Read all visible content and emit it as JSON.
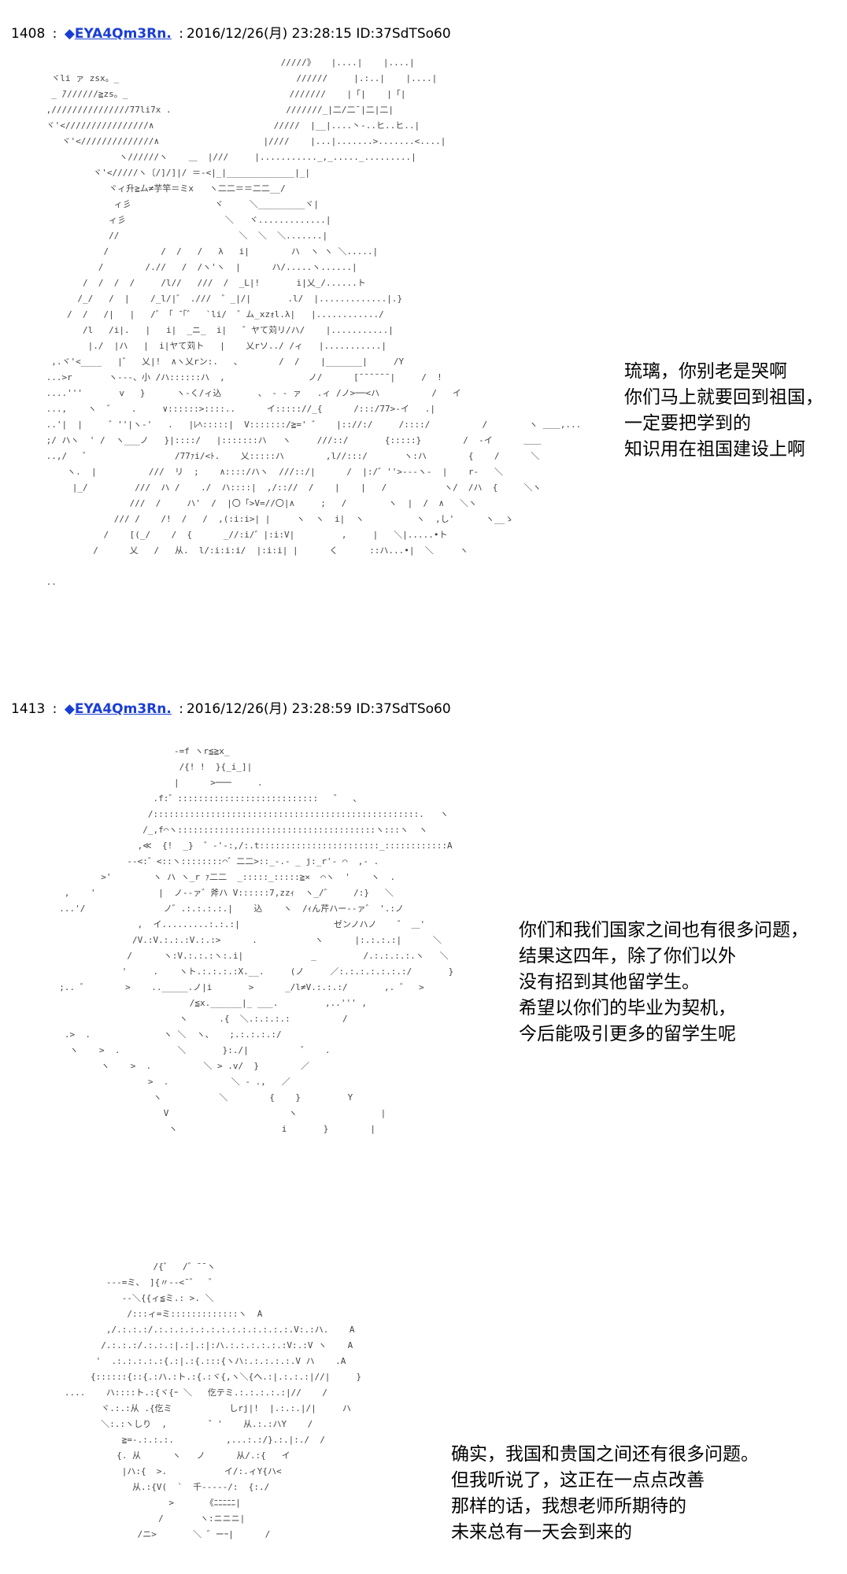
{
  "posts": [
    {
      "number": "1408",
      "separator": ":",
      "diamond": "◆",
      "trip": "EYA4Qm3Rn.",
      "colon": ":",
      "datetime": "2016/12/26(月) 23:28:15",
      "id": "ID:37SdTSo60",
      "aa_art": "                                              /////》   |....|    |....|\n  ヾli ァ zsx。_                                  //////     |.:..|    |....|\n  _ ̄///////≧zs。_                               ///////    |「|    |「|\n ,///////////////77li7x .                      ///////_|二/二¯|二|二|\n ヾ'<////////////////∧                       /////  |__|....丶-..ヒ..ヒ..|\n    ヾ'<//////////////∧                    |////    |...|.......>.......<....|\n               ヽ//////ヽ    ＿  |///     |..........._,_....._.........|\n          ヾ'</////ヽ〔/]/]|/ ＝-<|_|_____________|_|\n             ヾィ升≧ム≠芋竿＝ミx   ヽ二二＝＝二二__/\n              ィ彡                ヾ     ＼_________ヾ|\n             ィ彡                   ＼   ヾ.............|\n             //                       ＼  ＼  ＼.......|\n            /          /  /   /   λ   i|        ハ  ヽ ヽ ＼.....|\n           /        /.//   /  /ヽ'ヽ  |      ハ/.....ヽ......|\n        /  /  /  /     /l//   ///  /  _L|!       i|乂_/......ト\n       /_/   /  |    /_l/|゛ .///  ゛_|/|       .l/  |.............|.}\n     /  /   /|   |   /゛「 ̄「゛  `li/  ゛ム_xzｫl.λ|   |............/\n        /l   /i|.   |   i|  _ニ_  i|   ゛ヤて苅リ/ハ/    |...........|\n         |./  |ハ   |  i|ヤて苅ト   |    乂rソ../ /ィ   |...........|\n  ,.ヾ'<____   |゛  乂|!  ∧ヽ乂rン:.   、       /  /    |_______|     /Y\n ...>r       ヽ---、小 /ハ::::::ハ  ,                ノ/      [¯¯¯¯¯¯|     /  !\n ....'''       v   }      ヽ-く/ィ込       、 - - ァ   .ィ /ノ>──<ハ          /   イ\n ...,    ヽ  ゛   .     ∨::::::>::::..      イ::::://_{      /:::/77>-イ   .|\n ..'|  |     ゛''|ヽ-'   .   |ﾚﾍ:::::|  V:::::::/≧=' ゛   |:://:/     /::::/          /        ヽ ＿＿,...\n ;/ ハヽ  ' /  ヽ___ノ   }|::::/   |:::::::ハ   ヽ     ///::/       {:::::}        /  -イ      ＿＿\n ..,/   ゛                /77ｧi/<ﾄ.    乂:::::ハ        ,l//:::/       ヽ:ハ        {    /      ＼\n     ヽ.  |          ///  リ  ;    ∧::::/ハヽ  ///::/|      /  |:/゛''>---ヽ-  |    r-   ＼\n      |_/         ///  ハ /    ./  ハ::::|  ,/:://  /    |    |   /           ヽ/  /ハ  {     ＼ヽ\n                 ///  /     ハ'  /  |〇「>V=//〇|∧     ;   /        ヽ  |  /  ∧   ＼ヽ\n              /// /    /!  /   /  ,(:i:i>| |     ヽ  ヽ  i|  ヽ          ヽ  ,し'      ヽ__ゝ\n            /    [(_/    /  {      _//:i/゛|:i:V|         ,     |   ＼|.....•ト\n          /      乂   /   从.  l/:i:i:i/  |:i:i| |      く      ::ハ...•|  ＼     ヽ\n\n ..",
      "dialogue": [
        "琉璃，你别老是哭啊",
        "你们马上就要回到祖国，",
        "一定要把学到的",
        "知识用在祖国建设上啊"
      ]
    },
    {
      "number": "1413",
      "separator": ":",
      "diamond": "◆",
      "trip": "EYA4Qm3Rn.",
      "colon": ":",
      "datetime": "2016/12/26(月) 23:28:59",
      "id": "ID:37SdTSo60",
      "aa_art": "                        -=f ヽr≦≧x_\n                         /{! !  }{_i_]|\n                        |      >───     .\n                    .f:゛:::::::::::::::::::::::::::   ゛  、\n                   /:::::::::::::::::::::::::::::::::::::::::::::::::::.   ヽ\n                  /_,f⌒ヽ::::::::::::::::::::::::::::::::::::::ヽ:::ヽ  ヽ\n                 ,≪  {!  _}  ゛‐'-:,/:.t:::::::::::::::::::::::_::::::::::::A\n               --<:゛<::ヽ::::::::⌒゛二二>::_-.- _ j:_r'- ⌒  ,- .\n          >'        ヽ ハ ヽ_r ｧ二二  _:::::_:::::≧×  ⌒ヽ  '    ヽ  .\n   ,    '            |  ノ--ァ゛斧ハ V::::::7,zzｨ  ヽ_/゛    /:}   ＼\n  ...'/               ノ゛.:.:.:.:.|    込    ヽ  /ｨん芹ハー--ァ゛ '.:ノ\n                 ,  イ.........:.:.:|                  ゼンノハノ    ゛ ＿'\n                /V.:V.:.:.:V.:.:>      .           ヽ      |:.:.:.:|      ＼\n               /      ヽ:V.:.:.:ヽ:.i|             _         /.:.:.:.:.ヽ   ＼\n              '     .    ヽト.:.:.:.:X.__.     (ノ     ／:.:.:.:.:.:.:/       }\n  ;.. ゛       >    .._____.ノ|i       >      _/l≠V.:.:.:/       ,. ゛  >\n                           /≦x.______|_ ___.         ,..''' ,\n                         ヽ      .{  ＼.:.:.:.:          /\n   .>  .              ヽ ＼  ヽ、   ;.:.:.:.:/\n    ヽ    >  .           ＼       }:./|          ゛   .\n          ヽ    >  .          ＼ > .v/  }        ／\n                   >  .            ＼ ‐ .,   ／\n                    ヽ           ＼        {    }         Y\n                      V                       ヽ                |\n                       ヽ                    i       }        |",
      "dialogue": [
        "你们和我们国家之间也有很多问题，",
        "结果这四年，除了你们以外",
        "没有招到其他留学生。",
        "希望以你们的毕业为契机，",
        "今后能吸引更多的留学生呢"
      ]
    },
    {
      "aa_art": "                    /{゛  /゛¯¯ヽ\n           ---=ミ、 ]{〃--<¯゛  ゛\n              --＼{{ィ≦ミ.: >. ＼\n               /:::ィ=ミ:::::::::::::ヽ  A\n           ,/.:.:.:/.:.:.:.:.:.:.:.:.:.:.:.:.:.V:.:ハ.    A\n          /.:.:.:/.:.:.:|.:|.:|:ハ.:.:.:.:.:.:V:.:V ヽ    A\n         '  .:.:.:.:.:{.:|.:{.:::{ヽハ:.:.:.:.:.V ハ    .A\n        {::::::{::{.:ハ.:ト.:{.:ヾ{,ヽ＼{ヘ.:|.:.:.:|//|     }\n   ....    ハ::::ト.:{ヾ{ｰ ＼   仡テミ.:.:.:.:.:|//    /\n          ヾ.:.:从 .{仡ミ           しrj|!  |.:.:.|/|     ハ\n          ＼:.:ヽしり  ,        ゛'    从.:.:ハY    /\n              ≧=-.:.:.:.          ,...:.:/}.:.|:./  /\n             {. 从      ヽ   ノ      从/.:{   イ\n              |ハ:{  >.           イ/:.ィY{ハ<\n                从.:{V(  `  千-----/:  {:./\n                       >      《ﾆﾆﾆﾆﾆ|\n                     /       ヽ:ニニニ|\n                 /ニ>       ＼ ゛ーｰ|      /",
      "dialogue": [
        "确实，我国和贵国之间还有很多问题。",
        "但我听说了，这正在一点点改善",
        "那样的话，我想老师所期待的",
        "未来总有一天会到来的"
      ]
    }
  ]
}
